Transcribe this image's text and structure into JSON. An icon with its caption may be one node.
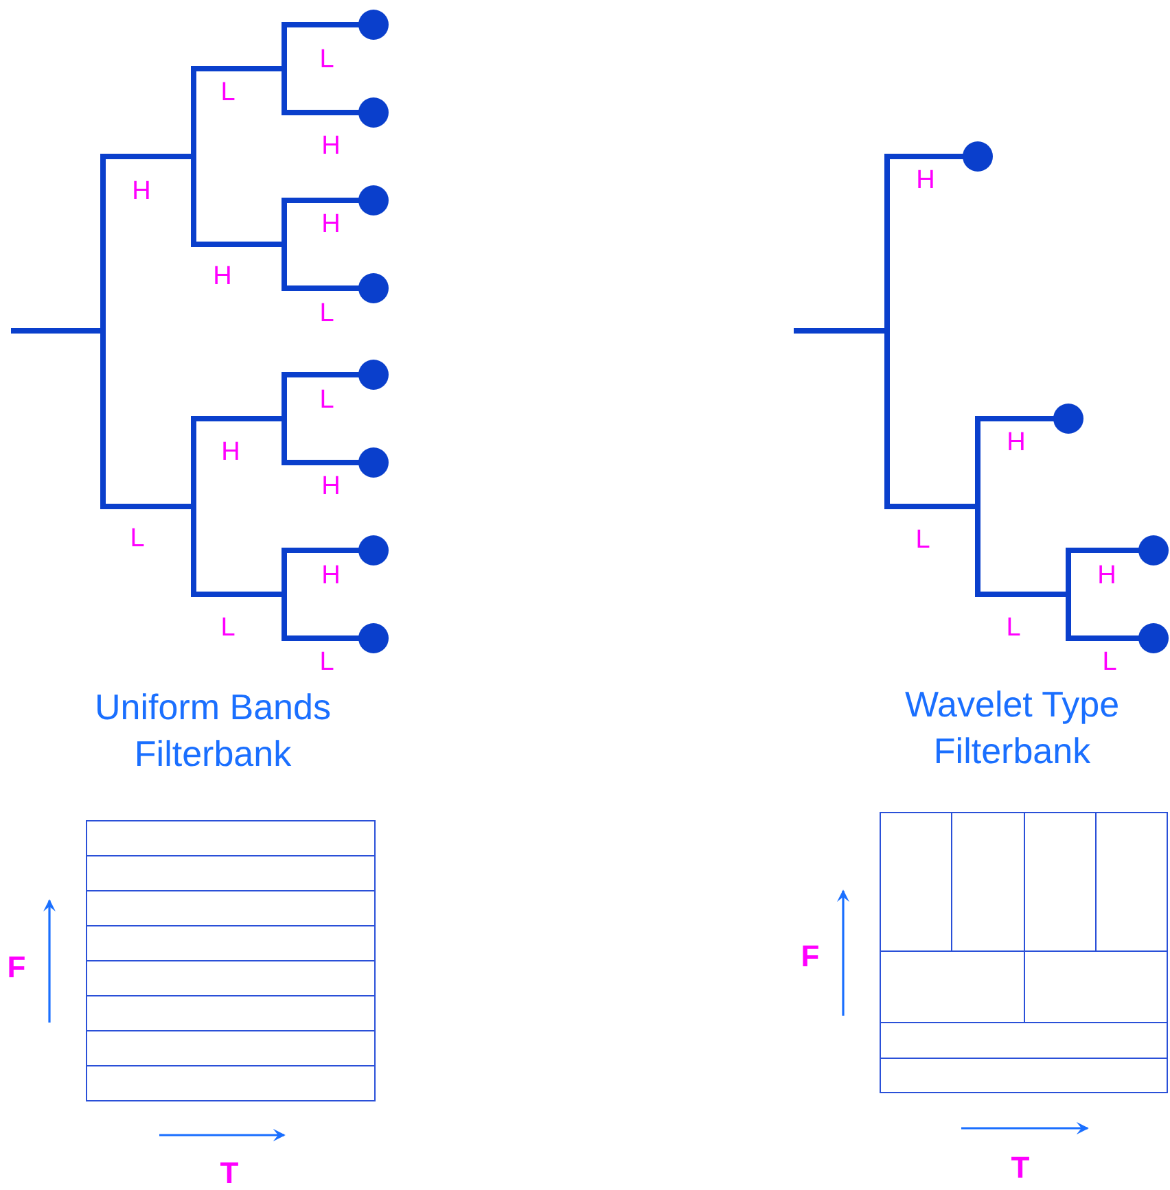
{
  "diagram": {
    "labels": [
      "L",
      "L",
      "H",
      "H",
      "H",
      "H",
      "L",
      "L",
      "H",
      "H",
      "L",
      "H",
      "L",
      "L",
      "H",
      "H",
      "L",
      "H",
      "L",
      "L",
      "Uniform Bands Filterbank",
      "Wavelet Type Filterbank",
      "F",
      "T",
      "F",
      "T"
    ]
  }
}
